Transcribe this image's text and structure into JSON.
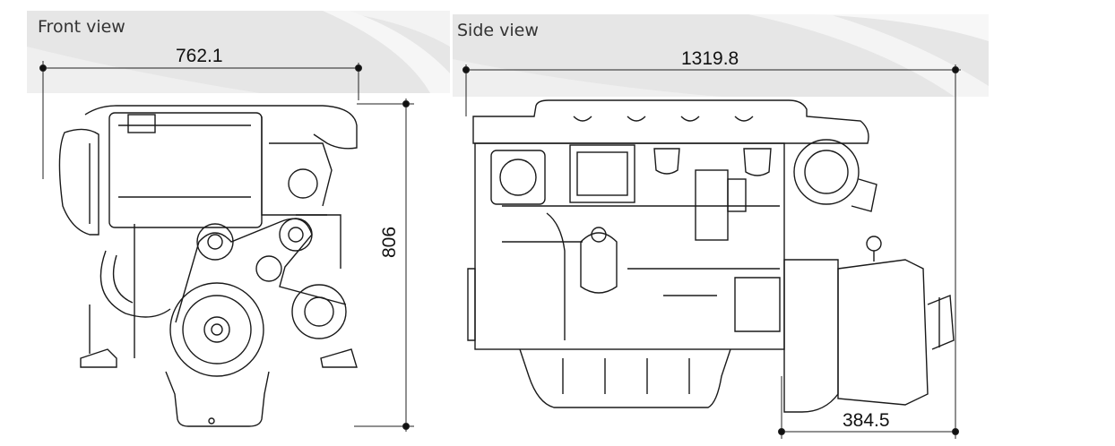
{
  "front_view": {
    "title": "Front view",
    "width_dimension": "762.1",
    "height_dimension": "806"
  },
  "side_view": {
    "title": "Side view",
    "length_dimension": "1319.8",
    "gearbox_dimension": "384.5"
  },
  "colors": {
    "panel_background": "#e6e6e6",
    "drawing_line": "#1a1a1a",
    "dimension_line": "#222222"
  }
}
